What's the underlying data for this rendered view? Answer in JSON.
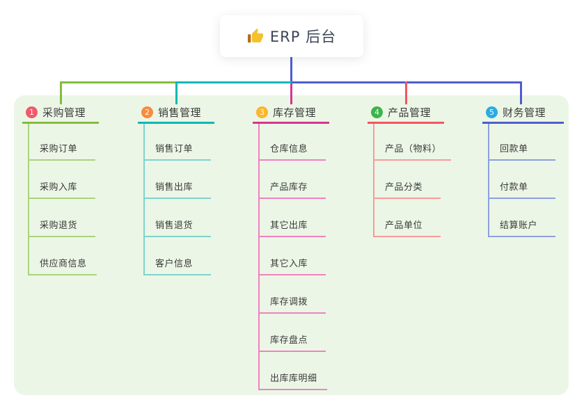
{
  "root": {
    "label": "ERP 后台",
    "icon": "thumbs-up-icon",
    "icon_colors": {
      "hand": "#f5c12c",
      "cuff": "#b5701d"
    }
  },
  "colors": {
    "canvas_bg": "#ffffff",
    "panel_bg": "#ecf6e6",
    "root_stem": "#4c5ecf",
    "text": "#3a3a3a",
    "root_text": "#3d4656"
  },
  "branches": [
    {
      "badge": "1",
      "label": "采购管理",
      "badge_color": "#f1596c",
      "line_color": "#82bd3f",
      "child_line_color": "#a9d37e",
      "children": [
        {
          "label": "采购订单"
        },
        {
          "label": "采购入库"
        },
        {
          "label": "采购退货"
        },
        {
          "label": "供应商信息"
        }
      ]
    },
    {
      "badge": "2",
      "label": "销售管理",
      "badge_color": "#f98b3d",
      "line_color": "#0cb9b4",
      "child_line_color": "#7fd3cb",
      "children": [
        {
          "label": "销售订单"
        },
        {
          "label": "销售出库"
        },
        {
          "label": "销售退货"
        },
        {
          "label": "客户信息"
        }
      ]
    },
    {
      "badge": "3",
      "label": "库存管理",
      "badge_color": "#fcb62c",
      "line_color": "#d6368f",
      "child_line_color": "#ee82c0",
      "children": [
        {
          "label": "仓库信息"
        },
        {
          "label": "产品库存"
        },
        {
          "label": "其它出库"
        },
        {
          "label": "其它入库"
        },
        {
          "label": "库存调拨"
        },
        {
          "label": "库存盘点"
        },
        {
          "label": "出库库明细"
        }
      ]
    },
    {
      "badge": "4",
      "label": "产品管理",
      "badge_color": "#39b54a",
      "line_color": "#f4555e",
      "child_line_color": "#f79b9b",
      "children": [
        {
          "label": "产品（物料）"
        },
        {
          "label": "产品分类"
        },
        {
          "label": "产品单位"
        }
      ]
    },
    {
      "badge": "5",
      "label": "财务管理",
      "badge_color": "#2aabe2",
      "line_color": "#4c5ecf",
      "child_line_color": "#8ba0dd",
      "children": [
        {
          "label": "回款单"
        },
        {
          "label": "付款单"
        },
        {
          "label": "结算账户"
        }
      ]
    }
  ]
}
